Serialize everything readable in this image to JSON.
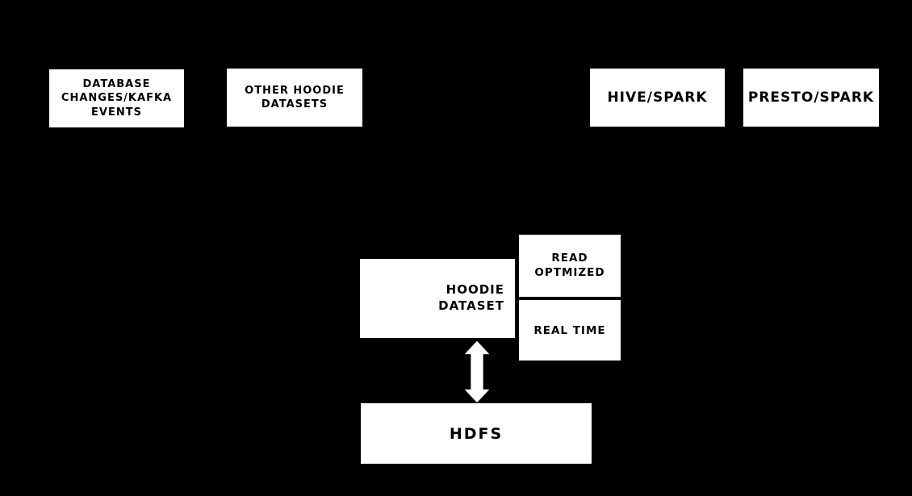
{
  "colors": {
    "background": "#000000",
    "box_fill": "#ffffff",
    "box_text": "#000000",
    "arrow_fill": "#ffffff"
  },
  "diagram": {
    "boxes": {
      "database_changes": {
        "lines": [
          "DATABASE",
          "CHANGES/KAFKA",
          "EVENTS"
        ]
      },
      "other_hoodie_datasets": {
        "lines": [
          "OTHER HOODIE",
          "DATASETS"
        ]
      },
      "hive_spark": {
        "label": "HIVE/SPARK"
      },
      "presto_spark": {
        "label": "PRESTO/SPARK"
      },
      "hoodie_dataset": {
        "lines": [
          "HOODIE",
          "DATASET"
        ]
      },
      "read_optimized": {
        "lines": [
          "READ",
          "OPTMIZED"
        ]
      },
      "real_time": {
        "label": "REAL TIME"
      },
      "hdfs": {
        "label": "HDFS"
      }
    },
    "connectors": [
      {
        "name": "hoodie-dataset-to-hdfs",
        "type": "double-headed-vertical-arrow",
        "color": "#ffffff"
      }
    ]
  }
}
